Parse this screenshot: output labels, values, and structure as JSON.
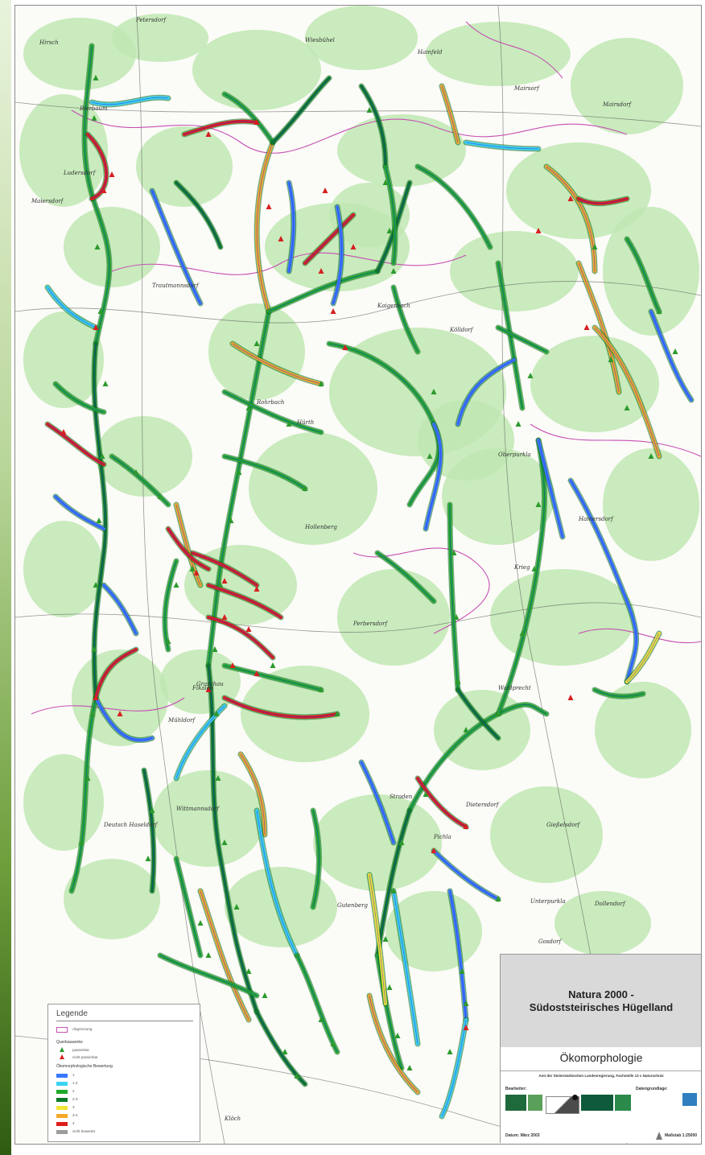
{
  "map": {
    "colors": {
      "land": "#ffffff",
      "forest": "#bfe7b3",
      "river": "#2b2bd8",
      "boundary": "#c74fb4",
      "road": "#555555",
      "triangle_ok": "#2c9a2c",
      "triangle_bad": "#d62020"
    },
    "places": [
      "Petersdorf",
      "Hirsch",
      "Ludersdorf",
      "Maiersdorf",
      "Wiesbühel",
      "Hainfeld",
      "Mairsorf",
      "Mairsdorf",
      "Trautmannsdorf",
      "Kaigerbach",
      "Kölldorf",
      "Rohrbach",
      "Hainersdorf",
      "Krieg",
      "Hollenberg",
      "Perbersdorf",
      "Mühldorf",
      "Graschau",
      "Straden",
      "Dietersdorf",
      "Pichla",
      "Gießelsdorf",
      "Unterpurkla",
      "Dollendorf",
      "Gosdorf",
      "Klöch",
      "Deutsch Haseldorf",
      "Fikalen",
      "Gutenberg",
      "Oberpurkla",
      "Waldprecht",
      "Wittmannsdorf",
      "Hürth",
      "Bierbaum"
    ]
  },
  "legend": {
    "title": "Legende",
    "boundary_label": "Abgrenzung",
    "structures_heading": "Querbauwerke",
    "passable": "passierbar",
    "not_passable": "nicht passierbar",
    "assessment_heading": "Ökomorphologische Bewertung",
    "classes": [
      {
        "label": "1",
        "color": "#3b78ff"
      },
      {
        "label": "1-2",
        "color": "#3ad3f2"
      },
      {
        "label": "2",
        "color": "#1faa2c"
      },
      {
        "label": "2-3",
        "color": "#0b7a25"
      },
      {
        "label": "3",
        "color": "#f3e437"
      },
      {
        "label": "3-4",
        "color": "#f5a82a"
      },
      {
        "label": "4",
        "color": "#e01d1d"
      },
      {
        "label": "nicht bewertet",
        "color": "#9c9c9c"
      }
    ]
  },
  "title_block": {
    "title_line1": "Natura 2000 -",
    "title_line2": "Südoststeirisches Hügelland",
    "subtitle": "Ökomorphologie",
    "authority": "Amt der Steiermärkischen Landesregierung, Fachstelle 13 c Naturschutz",
    "bearbeiter_label": "Bearbeiter:",
    "datengrundlage_label": "Datengrundlage:",
    "date": "Datum: März 2003",
    "scale": "Maßstab 1:25000"
  }
}
